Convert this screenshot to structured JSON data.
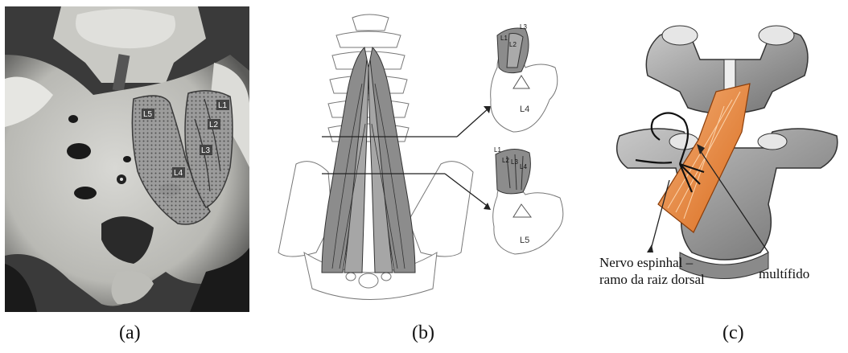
{
  "panel_a": {
    "vertebra_labels": [
      "L5",
      "L1",
      "L2",
      "L3",
      "L4"
    ]
  },
  "panel_b": {
    "upper_section_label": "L4",
    "lower_section_label": "L5",
    "upper_fascicle_labels": [
      "L1",
      "L2",
      "L3"
    ],
    "lower_fascicle_labels": [
      "L1",
      "L2",
      "L3",
      "L4"
    ]
  },
  "panel_c": {
    "nerve_label_line1": "Nervo espinhal –",
    "nerve_label_line2": "ramo da raiz dorsal",
    "muscle_label": "multífido",
    "muscle_color": "#e8863a"
  },
  "subfigure_labels": {
    "a": "(a)",
    "b": "(b)",
    "c": "(c)"
  }
}
